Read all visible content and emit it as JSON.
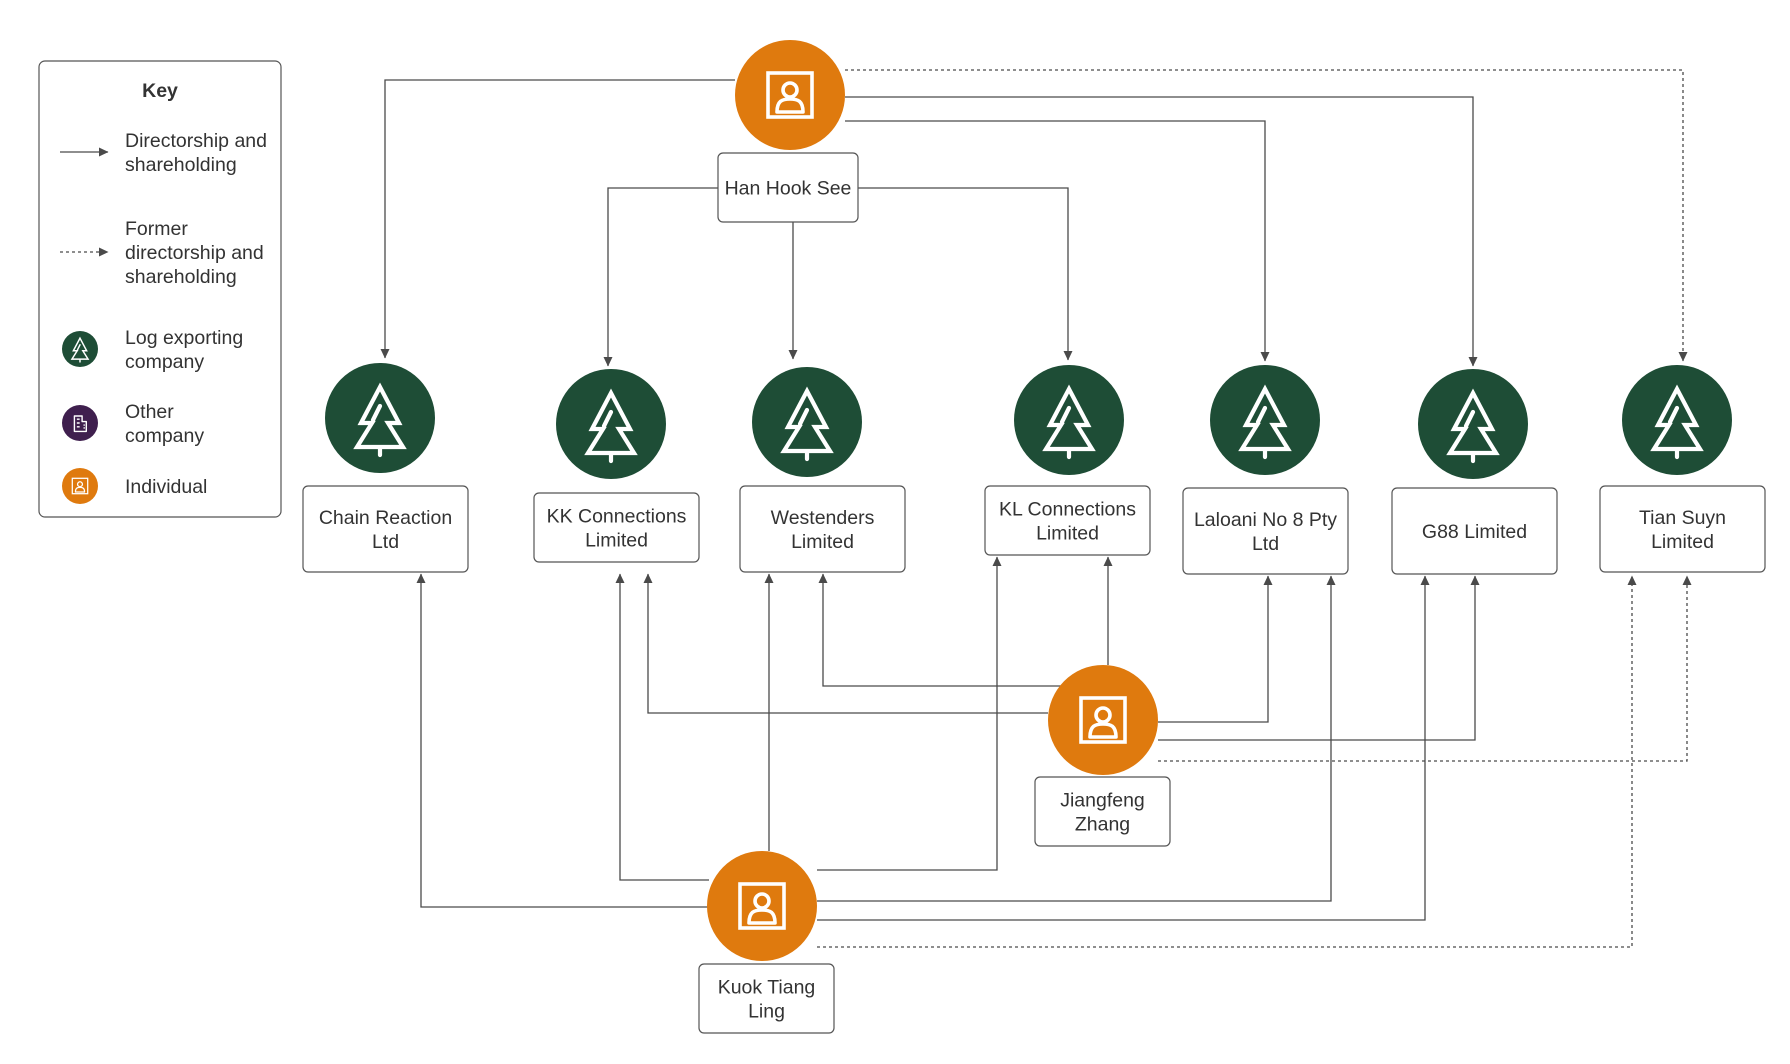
{
  "colors": {
    "log_company": "#1e4d36",
    "other_company": "#3f1f4e",
    "individual": "#df7a0e",
    "line": "#4a4a4a"
  },
  "key": {
    "title": "Key",
    "items": [
      {
        "id": "directorship",
        "lines": [
          "Directorship and",
          "shareholding"
        ],
        "symbol": "solid-arrow"
      },
      {
        "id": "former",
        "lines": [
          "Former",
          "directorship and",
          "shareholding"
        ],
        "symbol": "dotted-arrow"
      },
      {
        "id": "log",
        "lines": [
          "Log exporting",
          "company"
        ],
        "symbol": "tree-icon"
      },
      {
        "id": "other",
        "lines": [
          "Other",
          "company"
        ],
        "symbol": "building-icon"
      },
      {
        "id": "individual",
        "lines": [
          "Individual"
        ],
        "symbol": "person-icon"
      }
    ]
  },
  "individuals": [
    {
      "id": "han",
      "lines": [
        "Han Hook See"
      ]
    },
    {
      "id": "jiang",
      "lines": [
        "Jiangfeng",
        "Zhang"
      ]
    },
    {
      "id": "kuok",
      "lines": [
        "Kuok Tiang",
        "Ling"
      ]
    }
  ],
  "companies": [
    {
      "id": "chain",
      "type": "log",
      "lines": [
        "Chain Reaction",
        "Ltd"
      ]
    },
    {
      "id": "kk",
      "type": "log",
      "lines": [
        "KK Connections",
        "Limited"
      ]
    },
    {
      "id": "west",
      "type": "log",
      "lines": [
        "Westenders",
        "Limited"
      ]
    },
    {
      "id": "kl",
      "type": "log",
      "lines": [
        "KL Connections",
        "Limited"
      ]
    },
    {
      "id": "laloani",
      "type": "log",
      "lines": [
        "Laloani No 8 Pty",
        "Ltd"
      ]
    },
    {
      "id": "g88",
      "type": "log",
      "lines": [
        "G88 Limited"
      ]
    },
    {
      "id": "tian",
      "type": "log",
      "lines": [
        "Tian Suyn",
        "Limited"
      ]
    }
  ],
  "relationships": [
    {
      "from": "han",
      "to": "chain",
      "kind": "current"
    },
    {
      "from": "han",
      "to": "kk",
      "kind": "current"
    },
    {
      "from": "han",
      "to": "west",
      "kind": "current"
    },
    {
      "from": "han",
      "to": "kl",
      "kind": "current"
    },
    {
      "from": "han",
      "to": "laloani",
      "kind": "current"
    },
    {
      "from": "han",
      "to": "g88",
      "kind": "current"
    },
    {
      "from": "han",
      "to": "tian",
      "kind": "former"
    },
    {
      "from": "jiang",
      "to": "kk",
      "kind": "current"
    },
    {
      "from": "jiang",
      "to": "west",
      "kind": "current"
    },
    {
      "from": "jiang",
      "to": "kl",
      "kind": "current"
    },
    {
      "from": "jiang",
      "to": "laloani",
      "kind": "current"
    },
    {
      "from": "jiang",
      "to": "g88",
      "kind": "current"
    },
    {
      "from": "jiang",
      "to": "tian",
      "kind": "former"
    },
    {
      "from": "kuok",
      "to": "chain",
      "kind": "current"
    },
    {
      "from": "kuok",
      "to": "kk",
      "kind": "current"
    },
    {
      "from": "kuok",
      "to": "west",
      "kind": "current"
    },
    {
      "from": "kuok",
      "to": "kl",
      "kind": "current"
    },
    {
      "from": "kuok",
      "to": "laloani",
      "kind": "current"
    },
    {
      "from": "kuok",
      "to": "g88",
      "kind": "current"
    },
    {
      "from": "kuok",
      "to": "tian",
      "kind": "former"
    }
  ]
}
